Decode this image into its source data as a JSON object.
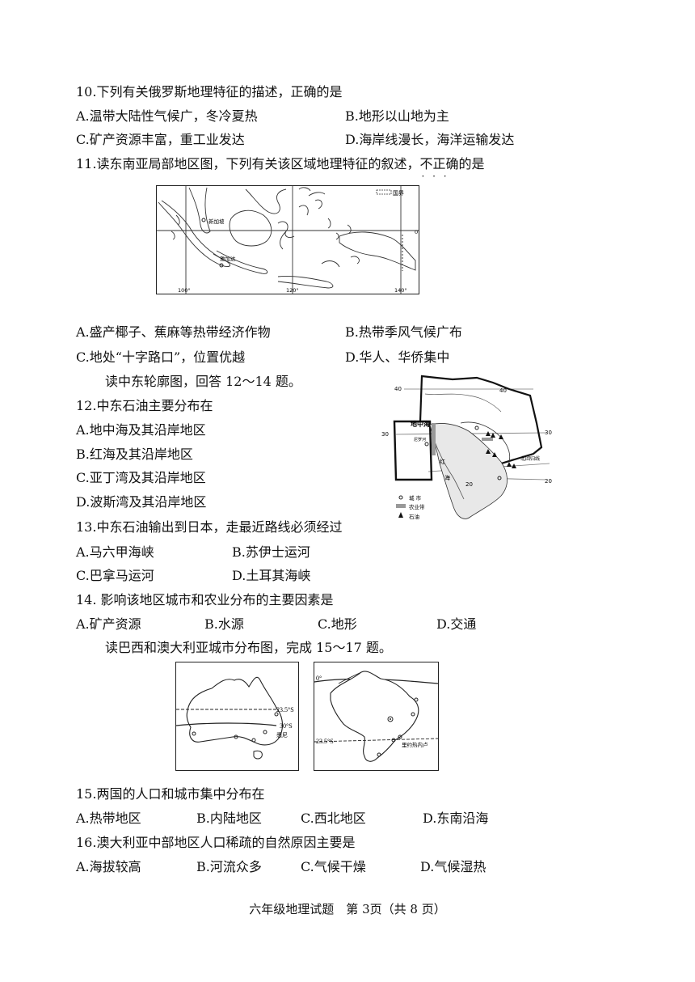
{
  "q10": {
    "stem": "10.下列有关俄罗斯地理特征的描述，正确的是",
    "a": "A.温带大陆性气候广，冬冷夏热",
    "b": "B.地形以山地为主",
    "c": "C.矿产资源丰富，重工业发达",
    "d": "D.海岸线漫长，海洋运输发达"
  },
  "q11": {
    "stem_pre": "11.读东南亚局部地区图，下列有关该区域地理特征的叙述，",
    "stem_emph": "不正确",
    "stem_post": "的是",
    "a": "A.盛产椰子、蕉麻等热带经济作物",
    "b": "B.热带季风气候广布",
    "c": "C.地处“十字路口”，位置优越",
    "d": "D.华人、华侨集中"
  },
  "sea_map": {
    "legend": "国界",
    "city1": "新加坡",
    "city2": "雅加达",
    "lat0": "0°",
    "lon100": "100°",
    "lon120": "120°",
    "lon140": "140°"
  },
  "intro_12_14": "读中东轮廓图，回答 12～14 题。",
  "q12": {
    "stem": "12.中东石油主要分布在",
    "a": "A.地中海及其沿岸地区",
    "b": "B.红海及其沿岸地区",
    "c": "C.亚丁湾及其沿岸地区",
    "d": "D.波斯湾及其沿岸地区"
  },
  "me_map": {
    "sea": "地中海",
    "red": "红",
    "sea2": "海",
    "nile": "尼罗河",
    "tropic": "北回归线",
    "lat40a": "40",
    "lat40b": "40",
    "lat30a": "30",
    "lat30b": "30",
    "lat20a": "20",
    "lat20b": "20",
    "leg_city": "城 市",
    "leg_farm": "农业带",
    "leg_oil": "石油"
  },
  "q13": {
    "stem": "13.中东石油输出到日本，走最近路线必须经过",
    "a": "A.马六甲海峡",
    "b": "B.苏伊士运河",
    "c": "C.巴拿马运河",
    "d": "D.土耳其海峡"
  },
  "q14": {
    "stem": "14. 影响该地区城市和农业分布的主要因素是",
    "a": "A.矿产资源",
    "b": "B.水源",
    "c": "C.地形",
    "d": "D.交通"
  },
  "intro_15_17": "读巴西和澳大利亚城市分布图，完成 15～17 题。",
  "au_map": {
    "t1": "23.5°S",
    "t2": "30°S",
    "city": "悉尼"
  },
  "br_map": {
    "eq": "0°",
    "t": "23.5°S",
    "city": "里约热内卢"
  },
  "q15": {
    "stem": "15.两国的人口和城市集中分布在",
    "a": "A.热带地区",
    "b": "B.内陆地区",
    "c": "C.西北地区",
    "d": "D.东南沿海"
  },
  "q16": {
    "stem": "16.澳大利亚中部地区人口稀疏的自然原因主要是",
    "a": "A.海拔较高",
    "b": "B.河流众多",
    "c": "C.气候干燥",
    "d": "D.气候湿热"
  },
  "footer": "六年级地理试题　第 3页（共 8 页）"
}
